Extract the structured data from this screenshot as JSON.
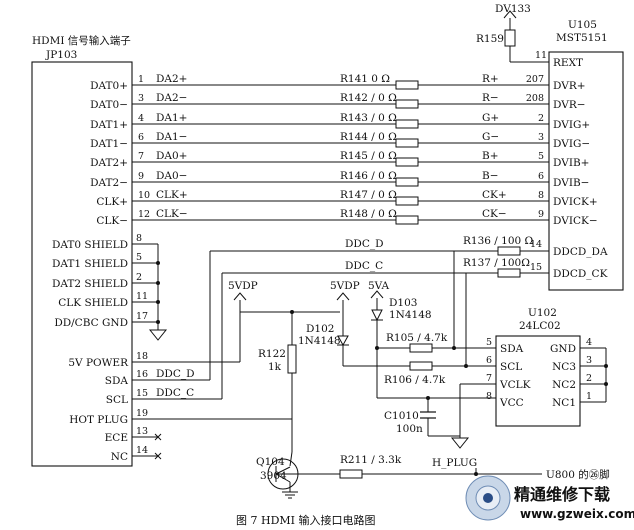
{
  "connector": {
    "title_line1": "HDMI 信号输入端子",
    "title_line2": "JP103",
    "pins": [
      {
        "label": "DAT0+",
        "pin": "1",
        "net": "DA2+"
      },
      {
        "label": "DAT0−",
        "pin": "3",
        "net": "DA2−"
      },
      {
        "label": "DAT1+",
        "pin": "4",
        "net": "DA1+"
      },
      {
        "label": "DAT1−",
        "pin": "6",
        "net": "DA1−"
      },
      {
        "label": "DAT2+",
        "pin": "7",
        "net": "DA0+"
      },
      {
        "label": "DAT2−",
        "pin": "9",
        "net": "DA0−"
      },
      {
        "label": "CLK+",
        "pin": "10",
        "net": "CLK+"
      },
      {
        "label": "CLK−",
        "pin": "12",
        "net": "CLK−"
      }
    ],
    "shields": [
      {
        "label": "DAT0 SHIELD",
        "pin": "8"
      },
      {
        "label": "DAT1 SHIELD",
        "pin": "5"
      },
      {
        "label": "DAT2 SHIELD",
        "pin": "2"
      },
      {
        "label": "CLK SHIELD",
        "pin": "11"
      },
      {
        "label": "DD/CBC  GND",
        "pin": "17"
      }
    ],
    "lower": [
      {
        "label": "5V POWER",
        "pin": "18",
        "net": ""
      },
      {
        "label": "SDA",
        "pin": "16",
        "net": "DDC_D"
      },
      {
        "label": "SCL",
        "pin": "15",
        "net": "DDC_C"
      },
      {
        "label": "HOT PLUG",
        "pin": "19",
        "net": ""
      },
      {
        "label": "ECE",
        "pin": "13",
        "net": ""
      },
      {
        "label": "NC",
        "pin": "14",
        "net": ""
      }
    ]
  },
  "resistors": [
    {
      "name": "R141  0 Ω"
    },
    {
      "name": "R142 / 0 Ω"
    },
    {
      "name": "R143 / 0 Ω"
    },
    {
      "name": "R144 / 0 Ω"
    },
    {
      "name": "R145 / 0 Ω"
    },
    {
      "name": "R146 / 0 Ω"
    },
    {
      "name": "R147 / 0 Ω"
    },
    {
      "name": "R148 / 0 Ω"
    }
  ],
  "rx_nets": [
    "R+",
    "R−",
    "G+",
    "G−",
    "B+",
    "B−",
    "CK+",
    "CK−"
  ],
  "u105": {
    "title_line1": "U105",
    "title_line2": "MST5151",
    "rext_pin": "11",
    "rext_label": "REXT",
    "pins": [
      {
        "pin": "207",
        "label": "DVR+"
      },
      {
        "pin": "208",
        "label": "DVR−"
      },
      {
        "pin": "2",
        "label": "DVIG+"
      },
      {
        "pin": "3",
        "label": "DVIG−"
      },
      {
        "pin": "5",
        "label": "DVIB+"
      },
      {
        "pin": "6",
        "label": "DVIB−"
      },
      {
        "pin": "8",
        "label": "DVICK+"
      },
      {
        "pin": "9",
        "label": "DVICK−"
      }
    ],
    "ddc": [
      {
        "pin": "14",
        "label": "DDCD_DA"
      },
      {
        "pin": "15",
        "label": "DDCD_CK"
      }
    ]
  },
  "dv133": "DV133",
  "r159": "R159",
  "ddc_nets": {
    "ddc_d": "DDC_D",
    "ddc_c": "DDC_C"
  },
  "r136": "R136 / 100 Ω",
  "r137": "R137 / 100Ω",
  "vdp1": "5VDP",
  "vdp2": "5VDP",
  "va": "5VA",
  "d103_line1": "D103",
  "d103_line2": "1N4148",
  "d102_line1": "D102",
  "d102_line2": "1N4148",
  "r122_line1": "R122",
  "r122_line2": "1k",
  "r105": "R105 / 4.7k",
  "r106": "R106 / 4.7k",
  "c1010_line1": "C1010",
  "c1010_line2": "100n",
  "q104_line1": "Q104",
  "q104_line2": "3904",
  "r211": "R211 / 3.3k",
  "hplug": "H_PLUG",
  "u800": "U800 的㉖脚",
  "u102": {
    "title_line1": "U102",
    "title_line2": "24LC02",
    "left": [
      {
        "pin": "5",
        "label": "SDA"
      },
      {
        "pin": "6",
        "label": "SCL"
      },
      {
        "pin": "7",
        "label": "VCLK"
      },
      {
        "pin": "8",
        "label": "VCC"
      }
    ],
    "right": [
      {
        "pin": "4",
        "label": "GND"
      },
      {
        "pin": "3",
        "label": "NC3"
      },
      {
        "pin": "2",
        "label": "NC2"
      },
      {
        "pin": "1",
        "label": "NC1"
      }
    ]
  },
  "caption": "图 7 HDMI 输入接口电路图",
  "watermark": {
    "text1": "精通维修下载",
    "text2": "www.gzweix.com"
  }
}
